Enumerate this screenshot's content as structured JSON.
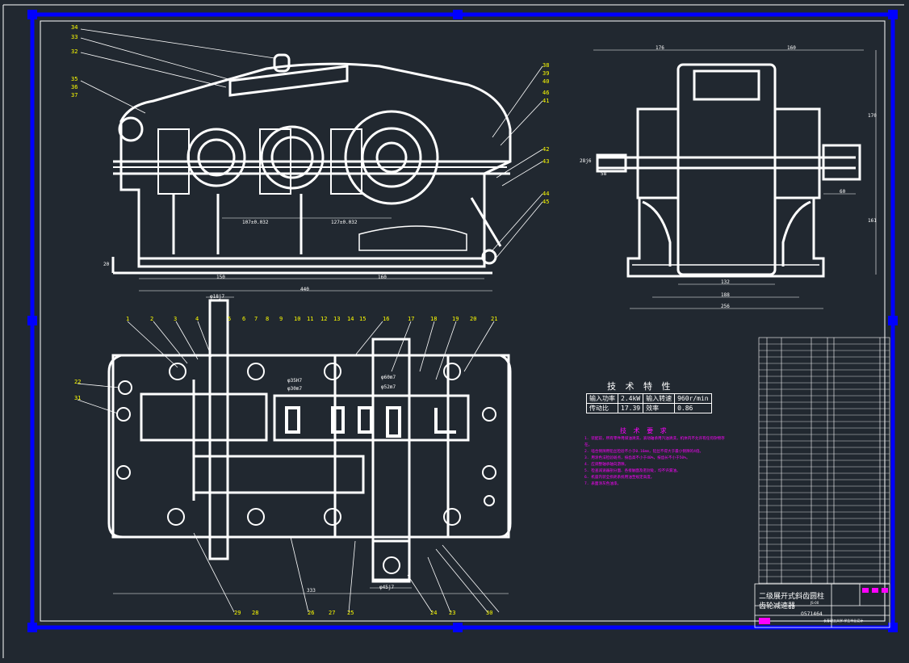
{
  "sheet": {
    "background": "#212830",
    "frame_color": "#0000ff",
    "line_color": "#ffffff",
    "label_color": "#ffff00",
    "note_color": "#ff00ff"
  },
  "front_view": {
    "part_labels": [
      "34",
      "33",
      "32",
      "35",
      "36",
      "37",
      "38",
      "39",
      "40",
      "41",
      "42",
      "43",
      "44",
      "45",
      "46"
    ],
    "dims": {
      "d1": "107±0.032",
      "d2": "127±0.032",
      "d3": "150",
      "d4": "160",
      "d5": "440",
      "d6": "20"
    }
  },
  "side_view": {
    "dims": {
      "d1": "176",
      "d2": "160",
      "d3": "170",
      "d4": "161",
      "d5": "132",
      "d6": "188",
      "d7": "256",
      "d8": "60",
      "d9": "28j6",
      "d10": "58"
    }
  },
  "top_view": {
    "part_labels_top": [
      "1",
      "2",
      "3",
      "4",
      "5",
      "6",
      "7",
      "8",
      "9",
      "10",
      "11",
      "12",
      "13",
      "14",
      "15",
      "16",
      "17",
      "18",
      "19",
      "20",
      "21"
    ],
    "part_labels_left": [
      "22",
      "31"
    ],
    "part_labels_bottom": [
      "29",
      "28",
      "26",
      "27",
      "25",
      "24",
      "23",
      "30"
    ],
    "dims": {
      "shaft_top": "φ18j7",
      "shaft_bottom": "φ45j7",
      "overall": "333",
      "fit1": "φ35H7",
      "fit2": "φ52m7",
      "fit3": "φ30m7",
      "fit4": "φ60m7"
    }
  },
  "tech_spec": {
    "title": "技 术 特 性",
    "rows": [
      [
        "输入功率",
        "2.4kW",
        "输入转速",
        "960r/min"
      ],
      [
        "传动比",
        "17.39",
        "效率",
        "0.86"
      ]
    ]
  },
  "tech_req": {
    "title": "技 术 要 求",
    "items": [
      "1. 装配前，所有零件用煤油清洗，滚动轴承用汽油清洗，机体内不允许有任何杂物存在。",
      "2. 啮合侧隙用铅丝检验不小于0.16mm，铅丝不得大于最小侧隙的4倍。",
      "3. 用涂色法检验斑点，按齿高不小于40%，按齿长不小于50%。",
      "4. 应调整轴承轴向游隙。",
      "5. 检查减速器剖分面、各接触面及密封处，均不许漏油。",
      "6. 机座内装全损耗系统用油至规定高度。",
      "7. 表面涂灰色油漆。"
    ]
  },
  "title_block": {
    "name": "二级展开式斜齿圆柱齿轮减速器",
    "code": "0571464",
    "num": "JS-00",
    "sub": "长春理工大学 学生毕业设计"
  }
}
